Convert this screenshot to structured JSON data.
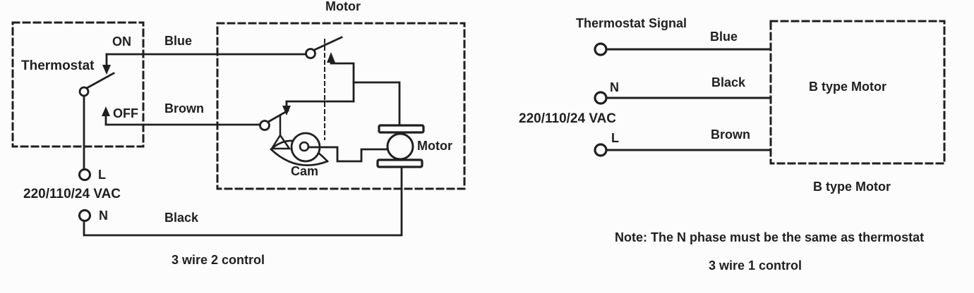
{
  "colors": {
    "ink": "#1f1f1f",
    "background": "#fcfcfc"
  },
  "left": {
    "thermostat_box_label": "Thermostat",
    "on_label": "ON",
    "off_label": "OFF",
    "blue_wire_label": "Blue",
    "brown_wire_label": "Brown",
    "black_wire_label": "Black",
    "l_terminal_label": "L",
    "n_terminal_label": "N",
    "voltage_label": "220/110/24 VAC",
    "motor_box_title": "Motor",
    "cam_label": "Cam",
    "motor_label": "Motor",
    "caption": "3 wire 2 control"
  },
  "right": {
    "thermostat_signal_label": "Thermostat Signal",
    "n_terminal_label": "N",
    "l_terminal_label": "L",
    "voltage_label": "220/110/24 VAC",
    "blue_wire_label": "Blue",
    "black_wire_label": "Black",
    "brown_wire_label": "Brown",
    "motor_box_label": "B type Motor",
    "motor_caption": "B type Motor",
    "note": "Note: The N phase must be the same as thermostat",
    "caption": "3 wire 1 control"
  }
}
